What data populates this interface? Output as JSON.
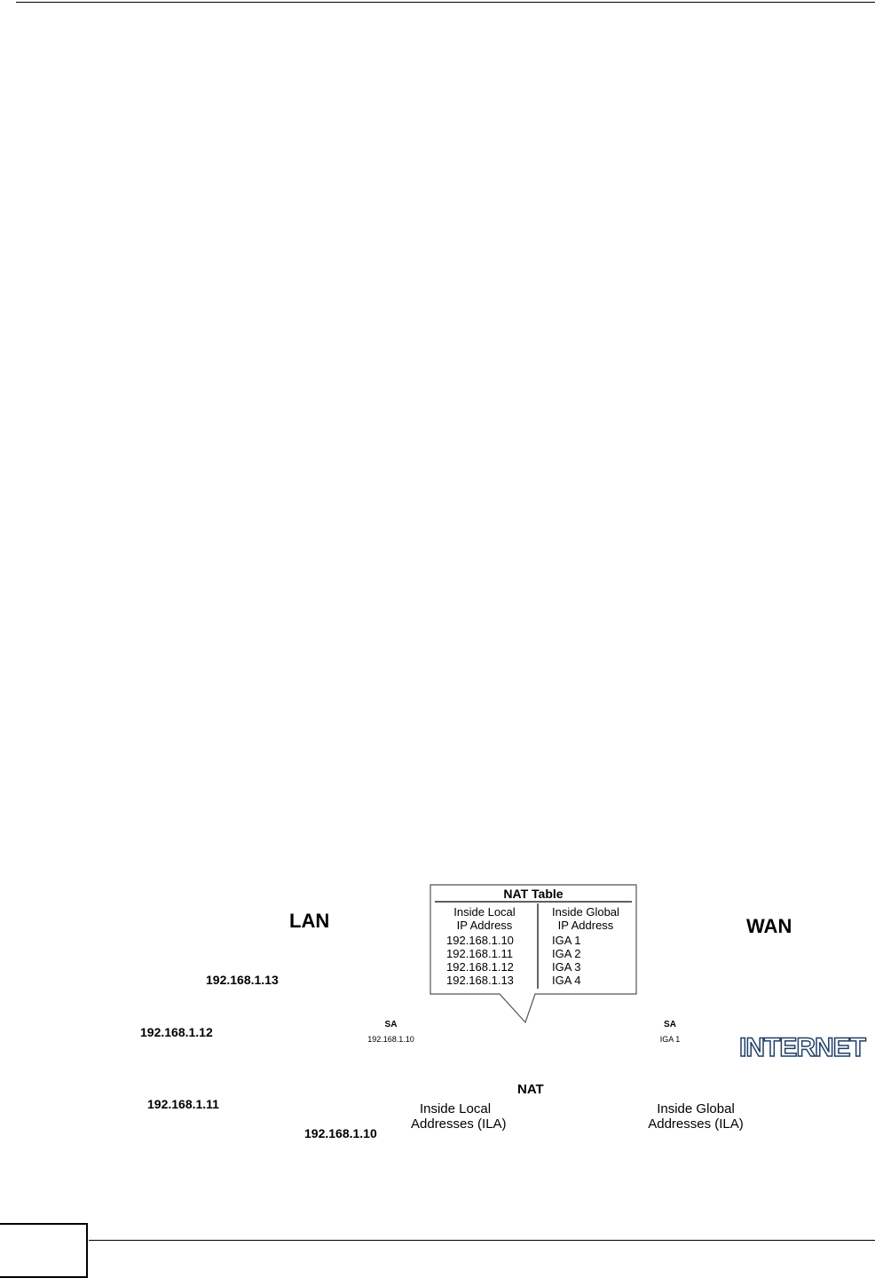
{
  "diagram": {
    "lan_label": "LAN",
    "wan_label": "WAN",
    "hosts": [
      {
        "ip": "192.168.1.13"
      },
      {
        "ip": "192.168.1.12"
      },
      {
        "ip": "192.168.1.11"
      },
      {
        "ip": "192.168.1.10"
      }
    ],
    "lan_envelope": {
      "tag": "SA",
      "value": "192.168.1.10"
    },
    "wan_envelope": {
      "tag": "SA",
      "value": "IGA 1"
    },
    "nat_label": "NAT",
    "internet_label": "INTERNET",
    "ila_note": {
      "line1": "Inside Local",
      "line2": "Addresses (ILA)"
    },
    "iga_note": {
      "line1": "Inside Global",
      "line2": "Addresses (ILA)"
    },
    "nat_table": {
      "title": "NAT Table",
      "col1_header": {
        "line1": "Inside Local",
        "line2": "IP Address"
      },
      "col2_header": {
        "line1": "Inside Global",
        "line2": "IP Address"
      },
      "rows": [
        {
          "local": "192.168.1.10",
          "global": "IGA 1"
        },
        {
          "local": "192.168.1.11",
          "global": "IGA 2"
        },
        {
          "local": "192.168.1.12",
          "global": "IGA 3"
        },
        {
          "local": "192.168.1.13",
          "global": "IGA 4"
        }
      ]
    },
    "colors": {
      "cloud_fill": "#a9c6e4",
      "cloud_stroke": "#1f3f66",
      "router_fill": "#6f97c8",
      "router_top": "#c9dcf0",
      "monitor_screen": "#a7c7e7"
    }
  }
}
